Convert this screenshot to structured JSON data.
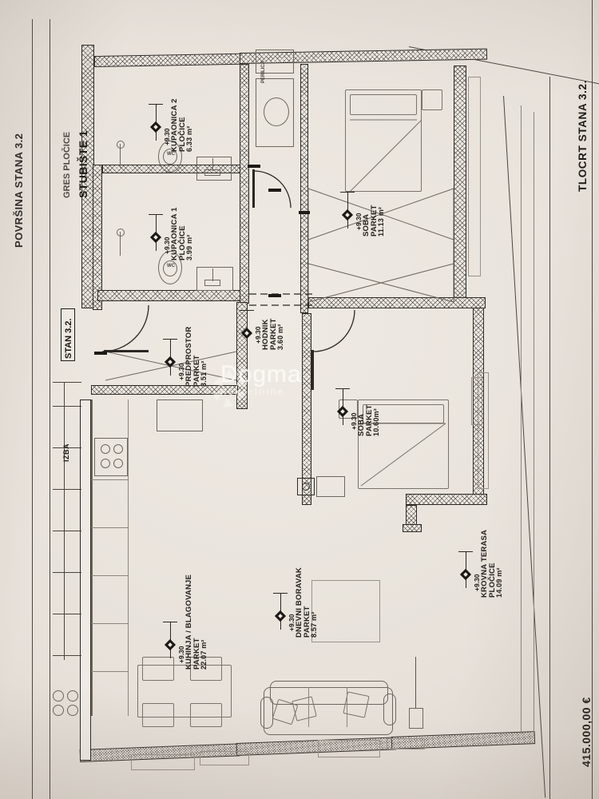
{
  "sheet": {
    "title_right": "TLOCRT STANA 3.2.",
    "price_right": "415.000,00 €",
    "stubiste": "STUBIŠTE 1",
    "stubiste_sub": "GRES PLOČICE",
    "povrsina": "POVRŠINA STANA 3.2",
    "stan_tag": "STAN 3.2.",
    "izba": "IZBA"
  },
  "watermark": {
    "brand": "Dogma",
    "tagline": "nekretnine"
  },
  "rooms": [
    {
      "key": "kupaonica2",
      "name": "KUPAONICA 2",
      "finish": "PLOČICE",
      "area": "6.33 m²",
      "elevation": "+9.30"
    },
    {
      "key": "kupaonica1",
      "name": "KUPAONICA 1",
      "finish": "PLOČICE",
      "area": "3.99 m²",
      "elevation": "+9.30"
    },
    {
      "key": "predprostor",
      "name": "PREDPROSTOR",
      "finish": "PARKET",
      "area": "3.51 m²",
      "elevation": "+9.30"
    },
    {
      "key": "hodnik",
      "name": "HODNIK",
      "finish": "PARKET",
      "area": "3.60 m²",
      "elevation": "+9.30"
    },
    {
      "key": "soba1",
      "name": "SOBA",
      "finish": "PARKET",
      "area": "11.13 m²",
      "elevation": "+9.30"
    },
    {
      "key": "soba2",
      "name": "SOBA",
      "finish": "PARKET",
      "area": "10.60m²",
      "elevation": "+9.30"
    },
    {
      "key": "kuhinja",
      "name": "KUHINJA / BLAGOVANJE",
      "finish": "PARKET",
      "area": "22.07 m²",
      "elevation": "+9.30"
    },
    {
      "key": "dnevni",
      "name": "DNEVNI BORAVAK",
      "finish": "PARKET",
      "area": "8.57 m²",
      "elevation": "+9.30"
    },
    {
      "key": "terasa",
      "name": "KROVNA TERASA",
      "finish": "PLOČICE",
      "area": "14.09 m²",
      "elevation": "+9.30"
    }
  ],
  "colors": {
    "paper": "#efeae3",
    "ink": "#23201d",
    "wall_hatch": "#2e2a26",
    "furniture": "#7b736a"
  }
}
